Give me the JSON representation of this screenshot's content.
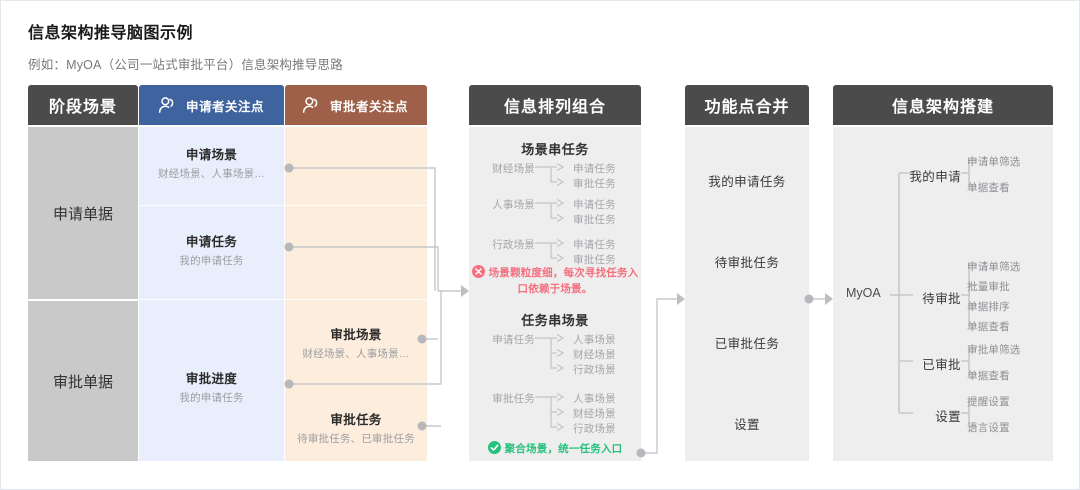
{
  "page": {
    "title": "信息架构推导脑图示例",
    "subtitle": "例如：MyOA（公司一站式审批平台）信息架构推导思路"
  },
  "colors": {
    "header_dark": "#4b4b4b",
    "applicant_blue": "#3f639e",
    "approver_brown": "#9f6049",
    "stage_gray": "#c9c9c9",
    "blue_cell": "#e8eefb",
    "brown_cell": "#fdeddd",
    "panel_bg": "#eeeeee",
    "bad_red": "#f4707f",
    "good_green": "#27c07c"
  },
  "matrix": {
    "headers": {
      "stage": "阶段场景",
      "applicant": "申请者关注点",
      "approver": "审批者关注点",
      "applicant_icon": "person-icon",
      "approver_icon": "person-icon"
    },
    "stages": [
      "申请单据",
      "审批单据"
    ],
    "cells": [
      {
        "title": "申请场景",
        "sub": "财经场景、人事场景…"
      },
      {
        "title": "申请任务",
        "sub": "我的申请任务"
      },
      {
        "title": "审批进度",
        "sub": "我的申请任务"
      },
      {
        "title": "审批场景",
        "sub": "财经场景、人事场景…"
      },
      {
        "title": "审批任务",
        "sub": "待审批任务、已审批任务"
      }
    ]
  },
  "arrange": {
    "header": "信息排列组合",
    "block1_title": "场景串任务",
    "block1_groups": [
      {
        "source": "财经场景",
        "targets": [
          "申请任务",
          "审批任务"
        ]
      },
      {
        "source": "人事场景",
        "targets": [
          "申请任务",
          "审批任务"
        ]
      },
      {
        "source": "行政场景",
        "targets": [
          "申请任务",
          "审批任务"
        ]
      }
    ],
    "note_bad": "场景颗粒度细，每次寻找任务入口依赖于场景。",
    "note_bad_icon": "x-circle-icon",
    "block2_title": "任务串场景",
    "block2_groups": [
      {
        "source": "申请任务",
        "targets": [
          "人事场景",
          "财经场景",
          "行政场景"
        ]
      },
      {
        "source": "审批任务",
        "targets": [
          "人事场景",
          "财经场景",
          "行政场景"
        ]
      }
    ],
    "note_good": "聚合场景，统一任务入口",
    "note_good_icon": "check-circle-icon"
  },
  "merge": {
    "header": "功能点合并",
    "items": [
      "我的申请任务",
      "待审批任务",
      "已审批任务",
      "设置"
    ]
  },
  "ia": {
    "header": "信息架构搭建",
    "root": "MyOA",
    "branches": [
      {
        "label": "我的申请",
        "children": [
          "申请单筛选",
          "单据查看"
        ]
      },
      {
        "label": "待审批",
        "children": [
          "申请单筛选",
          "批量审批",
          "单据排序",
          "单据查看"
        ]
      },
      {
        "label": "已审批",
        "children": [
          "审批单筛选",
          "单据查看"
        ]
      },
      {
        "label": "设置",
        "children": [
          "提醒设置",
          "语言设置"
        ]
      }
    ]
  }
}
